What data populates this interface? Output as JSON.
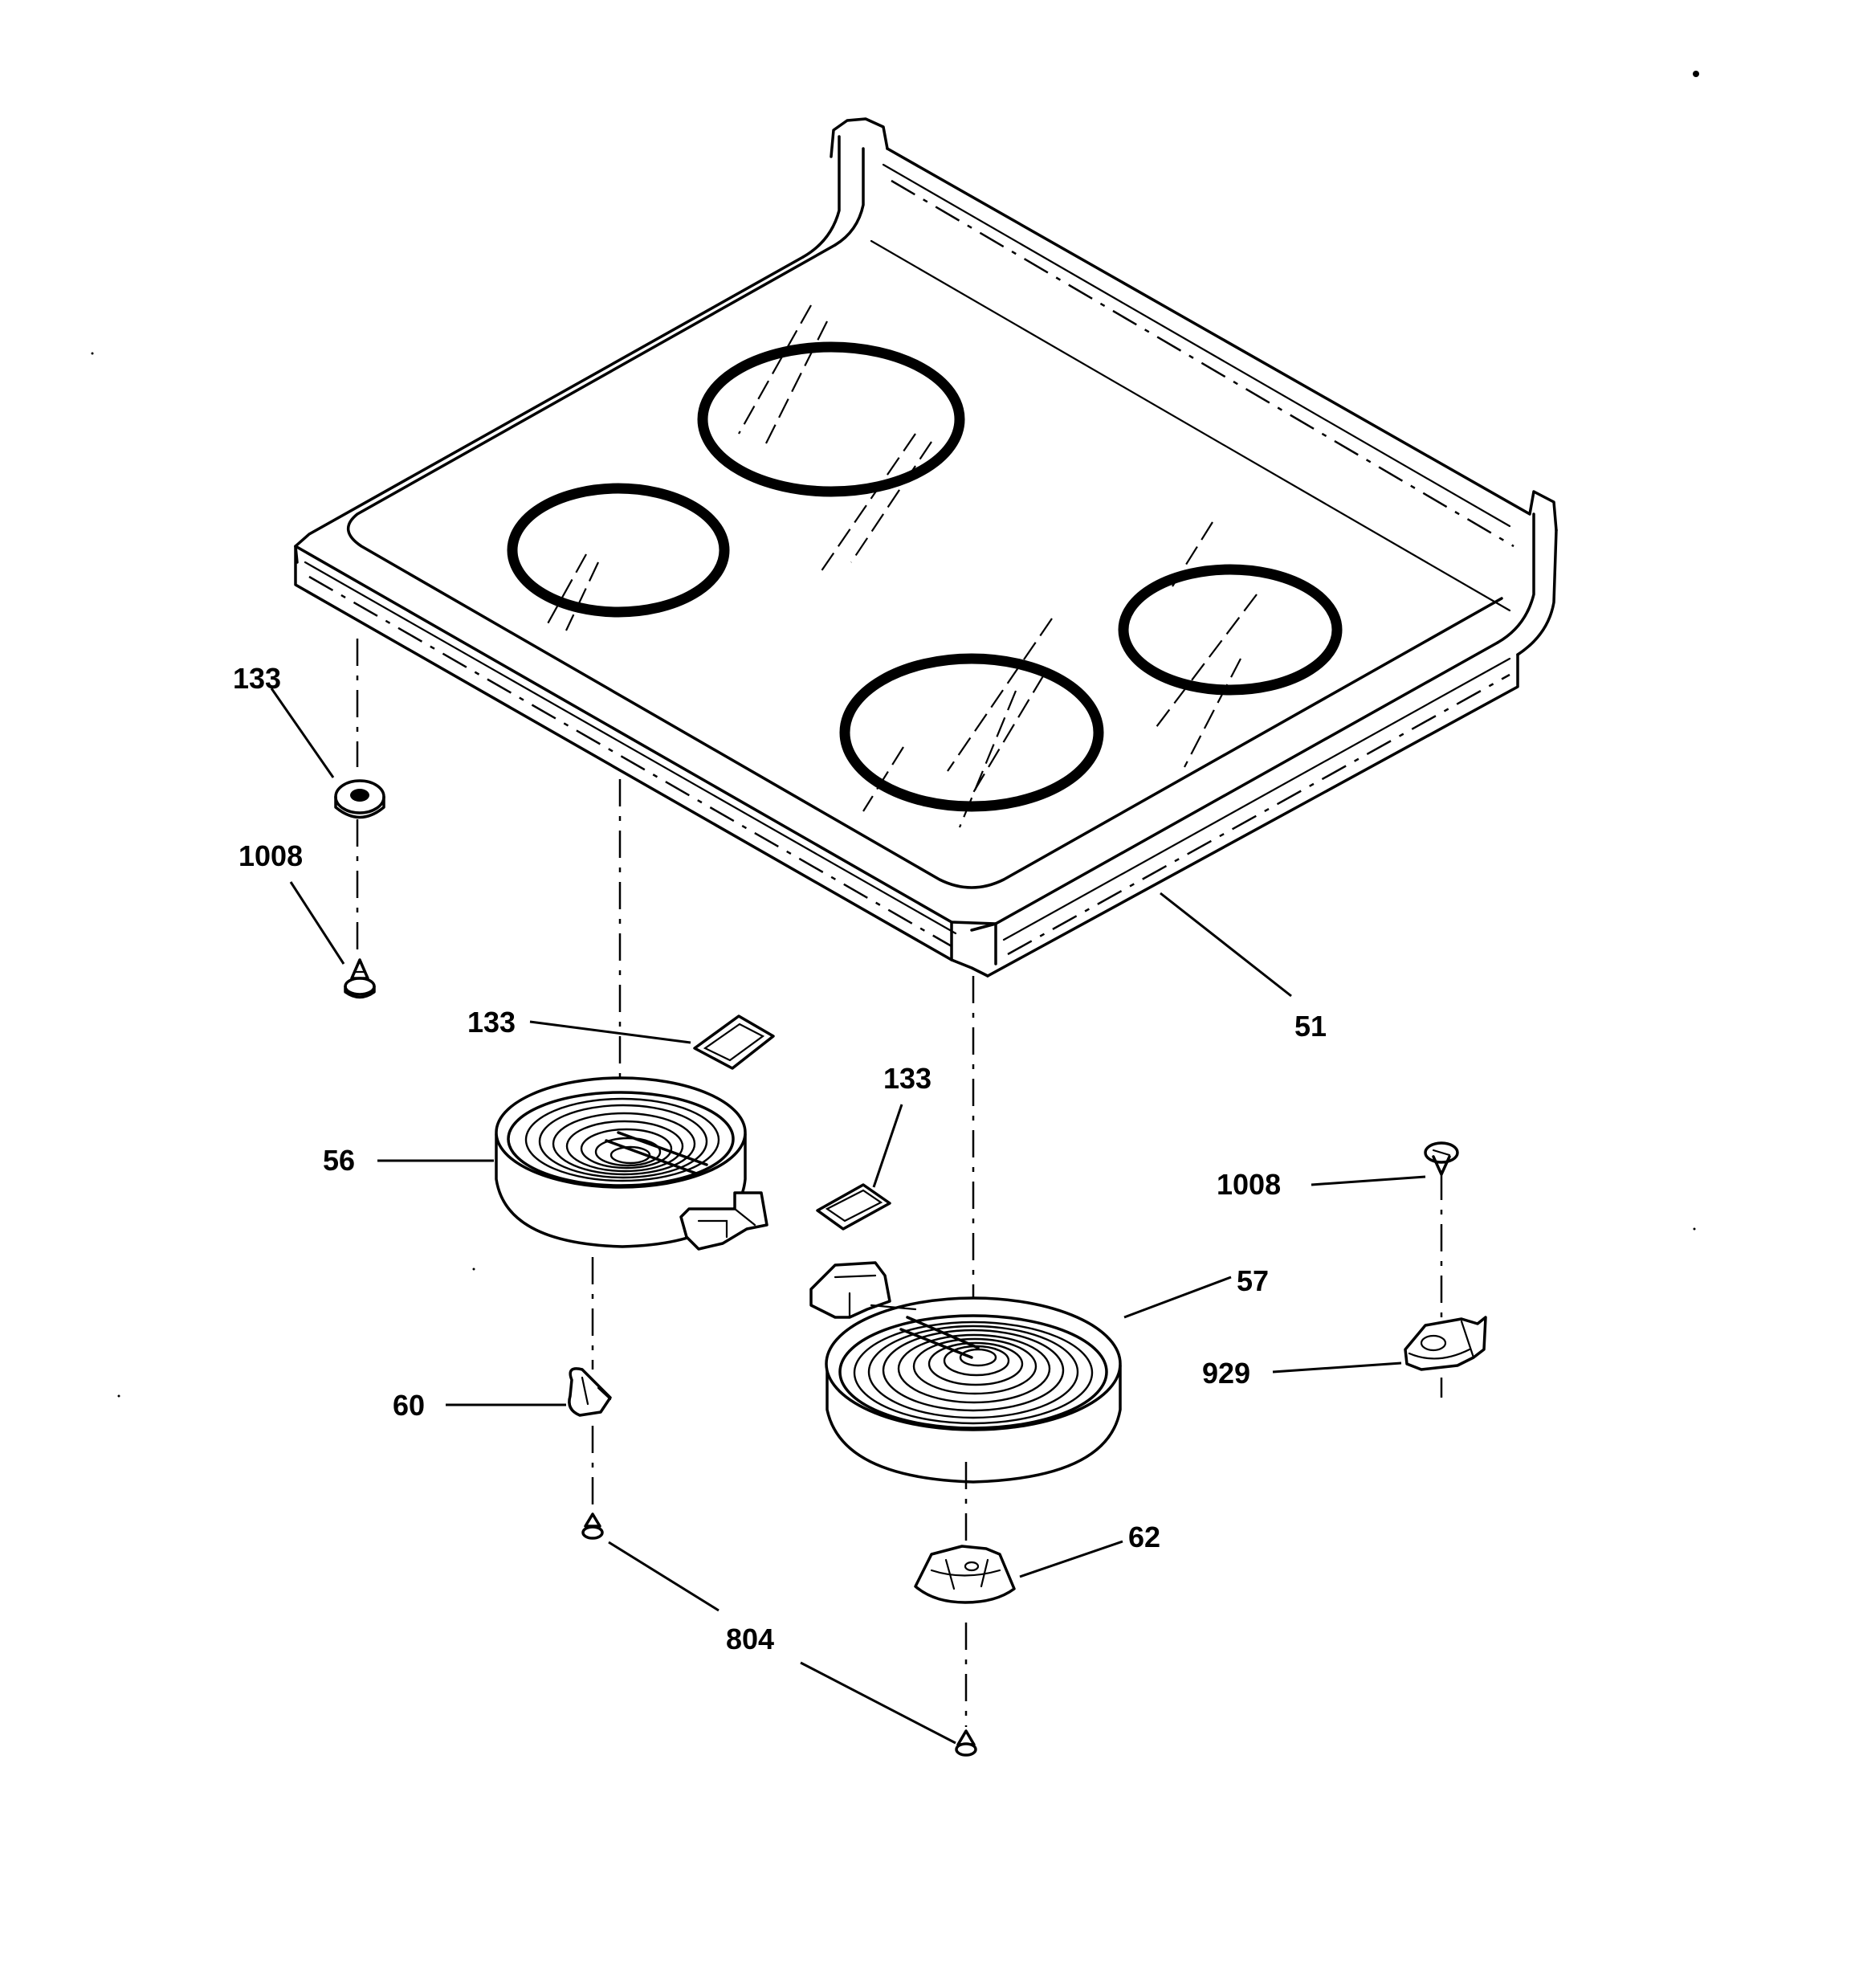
{
  "diagram": {
    "parts": [
      {
        "id": "p51",
        "label": "51"
      },
      {
        "id": "p56",
        "label": "56"
      },
      {
        "id": "p57",
        "label": "57"
      },
      {
        "id": "p60",
        "label": "60"
      },
      {
        "id": "p62",
        "label": "62"
      },
      {
        "id": "p804",
        "label": "804"
      },
      {
        "id": "p929",
        "label": "929"
      },
      {
        "id": "p133a",
        "label": "133"
      },
      {
        "id": "p133b",
        "label": "133"
      },
      {
        "id": "p133c",
        "label": "133"
      },
      {
        "id": "p1008a",
        "label": "1008"
      },
      {
        "id": "p1008b",
        "label": "1008"
      }
    ]
  }
}
